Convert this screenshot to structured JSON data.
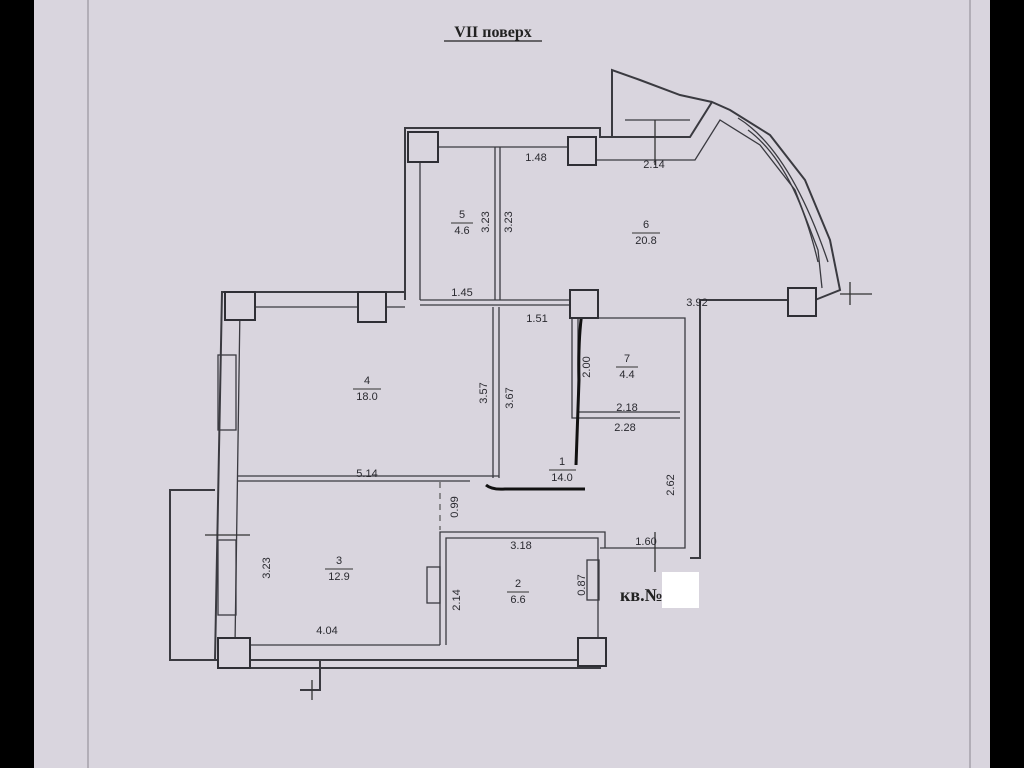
{
  "title": "VII поверх",
  "apartment_label": "кв.№",
  "rooms": [
    {
      "number": "1",
      "area": "14.0"
    },
    {
      "number": "2",
      "area": "6.6"
    },
    {
      "number": "3",
      "area": "12.9"
    },
    {
      "number": "4",
      "area": "18.0"
    },
    {
      "number": "5",
      "area": "4.6"
    },
    {
      "number": "6",
      "area": "20.8"
    },
    {
      "number": "7",
      "area": "4.4"
    }
  ],
  "dimensions": {
    "d_1_48": "1.48",
    "d_2_14_top": "2.14",
    "d_3_23_a": "3.23",
    "d_3_23_b": "3.23",
    "d_1_45": "1.45",
    "d_1_51": "1.51",
    "d_3_92": "3.92",
    "d_2_00": "2.00",
    "d_3_57": "3.57",
    "d_3_67": "3.67",
    "d_2_18": "2.18",
    "d_2_28": "2.28",
    "d_5_14": "5.14",
    "d_0_99": "0.99",
    "d_2_62": "2.62",
    "d_3_18": "3.18",
    "d_1_60": "1.60",
    "d_3_23_c": "3.23",
    "d_2_14": "2.14",
    "d_0_87": "0.87",
    "d_4_04": "4.04"
  }
}
